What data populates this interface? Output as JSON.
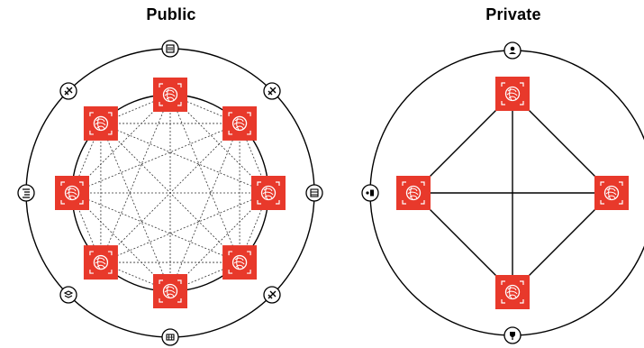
{
  "diagrams": [
    {
      "title": "Public",
      "network_type": "full-mesh",
      "link_style": "dotted",
      "node_count": 8,
      "outer_icons": [
        "building-icon",
        "tools-icon",
        "list-icon",
        "server-icon",
        "grid-icon",
        "tools-icon",
        "layers-icon",
        "tools-icon"
      ]
    },
    {
      "title": "Private",
      "network_type": "full-mesh",
      "link_style": "solid",
      "node_count": 4,
      "outer_icons": [
        "user-icon",
        "key-icon",
        "plug-icon"
      ]
    }
  ],
  "colors": {
    "node_fill": "#e8392b",
    "node_glyph": "#ffffff",
    "ring_stroke": "#000000",
    "link_stroke": "#000000",
    "background": "#ffffff"
  }
}
